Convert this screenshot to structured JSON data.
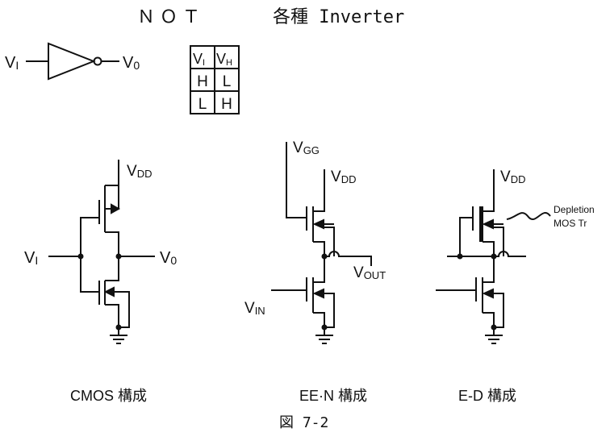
{
  "header": {
    "gate_name": "ＮＯＴ",
    "title": "各種 Inverter"
  },
  "symbol": {
    "input_main": "V",
    "input_sub": "I",
    "output_main": "V",
    "output_sub": "0"
  },
  "truth_table": {
    "headers": [
      {
        "main": "V",
        "sub": "I"
      },
      {
        "main": "V",
        "sub": "H"
      }
    ],
    "rows": [
      [
        "H",
        "L"
      ],
      [
        "L",
        "H"
      ]
    ]
  },
  "cmos": {
    "vdd_main": "V",
    "vdd_sub": "DD",
    "in_main": "V",
    "in_sub": "I",
    "out_main": "V",
    "out_sub": "0",
    "caption": "CMOS 構成"
  },
  "een": {
    "vgg_main": "V",
    "vgg_sub": "GG",
    "vdd_main": "V",
    "vdd_sub": "DD",
    "out_main": "V",
    "out_sub": "OUT",
    "in_main": "V",
    "in_sub": "IN",
    "caption": "EE·N 構成"
  },
  "ed": {
    "vdd_main": "V",
    "vdd_sub": "DD",
    "note_line1": "Depletion",
    "note_line2": "MOS Tr",
    "caption": "E-D 構成"
  },
  "figure_number": "図 7-2"
}
